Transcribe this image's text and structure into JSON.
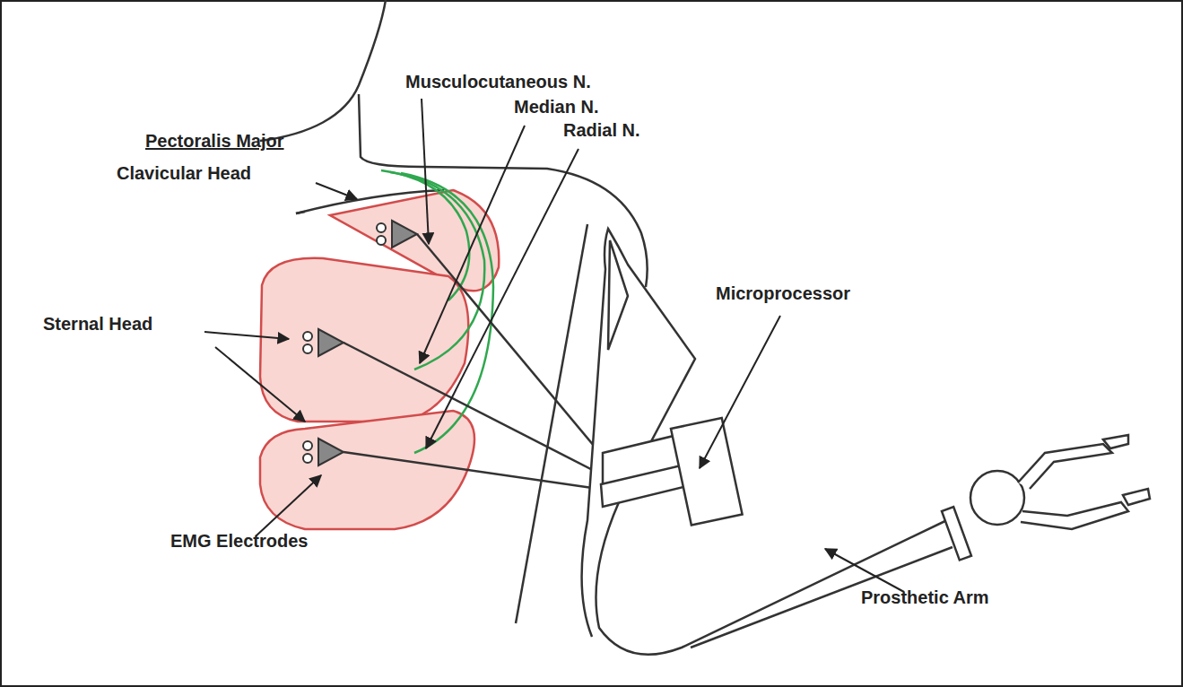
{
  "diagram": {
    "labels": [
      "Musculocutaneous N.",
      "Median N.",
      "Radial N.",
      "Pectoralis Major",
      "Clavicular Head",
      "Sternal Head",
      "Microprocessor",
      "EMG Electrodes",
      "Prosthetic Arm"
    ]
  }
}
